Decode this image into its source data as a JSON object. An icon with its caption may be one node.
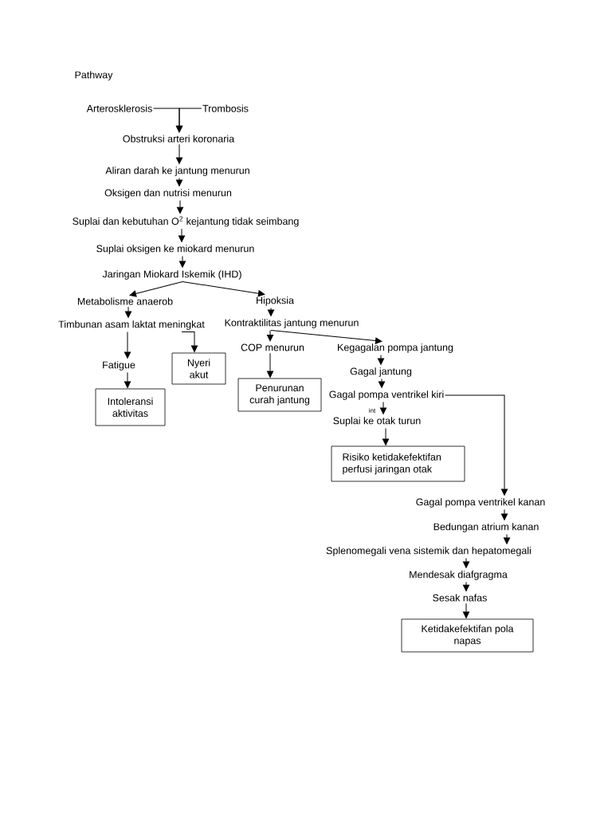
{
  "diagram": {
    "title": "Pathway",
    "nodes": [
      {
        "text": [
          "Arterosklerosis"
        ]
      },
      {
        "text": [
          "Trombosis"
        ]
      },
      {
        "text": [
          "Obstruksi arteri koronaria"
        ]
      },
      {
        "text": [
          "Aliran darah ke jantung menurun"
        ]
      },
      {
        "text": [
          "Oksigen dan nutrisi menurun"
        ]
      },
      {
        "text": [
          "Suplai dan kebutuhan O$^{2}$ kejantung tidak seimbang"
        ]
      },
      {
        "text": [
          "Suplai oksigen ke miokard menurun"
        ]
      },
      {
        "text": [
          "Jaringan Miokard Iskemik (IHD)"
        ]
      },
      {
        "text": [
          "Metabolisme anaerob"
        ]
      },
      {
        "text": [
          "Hipoksia"
        ]
      },
      {
        "text": [
          "Timbunan asam laktat meningkat"
        ]
      },
      {
        "text": [
          "Kontraktilitas jantung menurun"
        ]
      },
      {
        "text": [
          "Fatigue"
        ]
      },
      {
        "text": [
          "Nyeri akut"
        ]
      },
      {
        "text": [
          "Intoleransi aktivitas"
        ]
      },
      {
        "text": [
          "COP menurun"
        ]
      },
      {
        "text": [
          "Penurunan curah jantung"
        ]
      },
      {
        "text": [
          "Kegagalan pompa jantung"
        ]
      },
      {
        "text": [
          "Gagal jantung"
        ]
      },
      {
        "text": [
          "Gagal pompa ventrikel kiri"
        ]
      },
      {
        "text": [
          "Suplai ke otak turun"
        ]
      },
      {
        "text": [
          "Risiko ketidakefektifan perfusi jaringan otak"
        ]
      },
      {
        "text": [
          "Gagal pompa ventrikel kanan"
        ]
      },
      {
        "text": [
          "Bedungan atrium kanan"
        ]
      },
      {
        "text": [
          "Splenomegali vena sistemik dan hepatomegali"
        ]
      },
      {
        "text": [
          "Mendesak diafgragma"
        ]
      },
      {
        "text": [
          "Sesak nafas"
        ]
      },
      {
        "text": [
          "Ketidakefektifan pola napas"
        ]
      }
    ],
    "edges": [
      {
        "from": 0,
        "to": 2,
        "arrow": "to"
      },
      {
        "from": 1,
        "to": 2,
        "arrow": "to"
      },
      {
        "from": 2,
        "to": 3,
        "arrow": "to"
      },
      {
        "from": 3,
        "to": 4,
        "arrow": "to"
      },
      {
        "from": 4,
        "to": 5,
        "arrow": "to"
      },
      {
        "from": 5,
        "to": 6,
        "arrow": "to"
      },
      {
        "from": 6,
        "to": 7,
        "arrow": "to"
      },
      {
        "from": 7,
        "to": 8,
        "arrow": "to"
      },
      {
        "from": 7,
        "to": 9,
        "arrow": "to"
      },
      {
        "from": 8,
        "to": 10,
        "arrow": "to"
      },
      {
        "from": 9,
        "to": 11,
        "arrow": "to"
      },
      {
        "from": 10,
        "to": 12,
        "arrow": "to"
      },
      {
        "from": 10,
        "to": 13,
        "arrow": "to"
      },
      {
        "from": 11,
        "to": 15,
        "arrow": "to"
      },
      {
        "from": 11,
        "to": 17,
        "arrow": "to"
      },
      {
        "from": 12,
        "to": 14,
        "arrow": "to"
      },
      {
        "from": 15,
        "to": 16,
        "arrow": "to"
      },
      {
        "from": 17,
        "to": 18,
        "arrow": "to"
      },
      {
        "from": 18,
        "to": 19,
        "arrow": "to"
      },
      {
        "from": 19,
        "to": 20,
        "arrow": "to"
      },
      {
        "from": 20,
        "to": 21,
        "arrow": "to"
      },
      {
        "from": 19,
        "to": 22,
        "arrow": "to"
      },
      {
        "from": 22,
        "to": 23,
        "arrow": "to"
      },
      {
        "from": 23,
        "to": 24,
        "arrow": "to"
      },
      {
        "from": 24,
        "to": 25,
        "arrow": "to"
      },
      {
        "from": 25,
        "to": 26,
        "arrow": "to"
      },
      {
        "from": 26,
        "to": 27,
        "arrow": "to"
      }
    ],
    "labels": [
      "int"
    ]
  }
}
